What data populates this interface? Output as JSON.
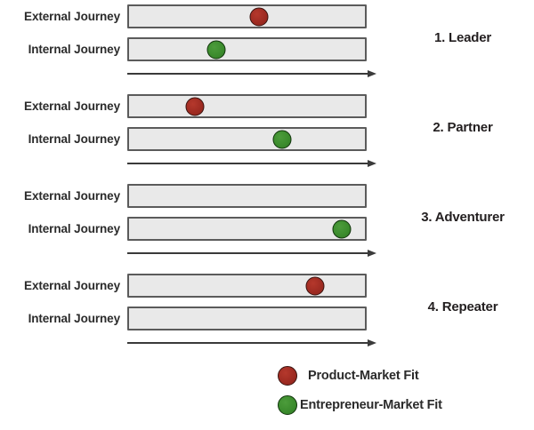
{
  "diagram": {
    "row_labels": {
      "external": "External Journey",
      "internal": "Internal Journey"
    },
    "groups": [
      {
        "title": "1. Leader",
        "external_dot": {
          "type": "product-market-fit",
          "position_pct": 55
        },
        "internal_dot": {
          "type": "entrepreneur-market-fit",
          "position_pct": 37
        }
      },
      {
        "title": "2. Partner",
        "external_dot": {
          "type": "product-market-fit",
          "position_pct": 28
        },
        "internal_dot": {
          "type": "entrepreneur-market-fit",
          "position_pct": 65
        }
      },
      {
        "title": "3. Adventurer",
        "external_dot": null,
        "internal_dot": {
          "type": "entrepreneur-market-fit",
          "position_pct": 90
        }
      },
      {
        "title": "4. Repeater",
        "external_dot": {
          "type": "product-market-fit",
          "position_pct": 79
        },
        "internal_dot": null
      }
    ]
  },
  "legend": {
    "items": [
      {
        "label": "Product-Market Fit",
        "color": "#9c2a21",
        "key": "product-market-fit"
      },
      {
        "label": "Entrepreneur-Market Fit",
        "color": "#3a8a2c",
        "key": "entrepreneur-market-fit"
      }
    ]
  },
  "colors": {
    "product_market_fit": "#9c2a21",
    "entrepreneur_market_fit": "#3a8a2c",
    "bar_fill": "#e9e9e9",
    "bar_border": "#5b5b5b",
    "text": "#231f20",
    "arrow": "#3a3a3a",
    "background": "#ffffff"
  }
}
